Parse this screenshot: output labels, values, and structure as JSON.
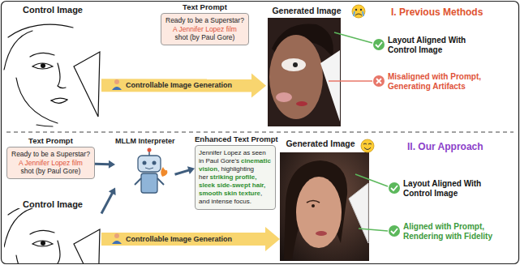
{
  "diagram": {
    "nodes": [
      {
        "text": [
          "Control Image"
        ]
      },
      {
        "text": [
          "Text Prompt",
          "Ready to be a Superstar?",
          "A Jennifer Lopez film",
          "shot (by Paul Gore)"
        ]
      },
      {
        "text": [
          "Generated Image"
        ]
      },
      {
        "text": [
          "Text Prompt",
          "Ready to be a Superstar?",
          "A Jennifer Lopez film",
          "shot (by Paul Gore)"
        ]
      },
      {
        "text": [
          "MLLM Interpreter"
        ]
      },
      {
        "text": [
          "Enhanced Text Prompt",
          "Jennifer Lopez as seen in Paul Gore's",
          "cinematic vision",
          ", highlighting her",
          "striking profile, sleek side-swept hair, smooth skin texture",
          ", and intense focus."
        ]
      },
      {
        "text": [
          "Control Image"
        ]
      },
      {
        "text": [
          "Generated Image"
        ]
      }
    ],
    "edges": [
      {
        "from": 0,
        "to": 2,
        "arrow": "to",
        "label": "Controllable Image Generation"
      },
      {
        "from": 3,
        "to": 4,
        "arrow": "to"
      },
      {
        "from": 6,
        "to": 4,
        "arrow": "to"
      },
      {
        "from": 4,
        "to": 5,
        "arrow": "to"
      },
      {
        "from": 6,
        "to": 7,
        "arrow": "to",
        "label": "Controllable Image Generation"
      }
    ],
    "labels": [
      "I. Previous Methods",
      "Layout Aligned With Control Image",
      "Misaligned with Prompt, Generating Artifacts",
      "II. Our Approach",
      "Layout Aligned With Control Image",
      "Aligned with Prompt, Rendering with Fidelity"
    ]
  }
}
